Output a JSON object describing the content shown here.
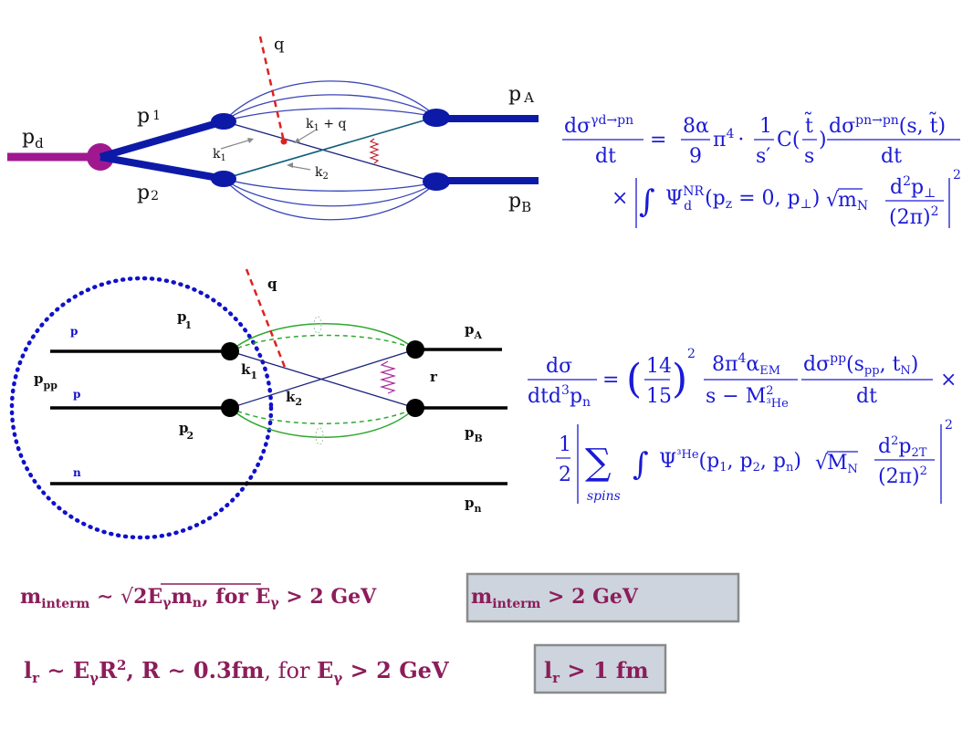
{
  "diagram1": {
    "labels": {
      "pd": "p",
      "pd_sub": "d",
      "p1": "p",
      "p1_sub": "1",
      "p2": "p",
      "p2_sub": "2",
      "pA": "p",
      "pA_sub": "A",
      "pB": "p",
      "pB_sub": "B",
      "q": "q",
      "k1": "k",
      "k1_sub": "1",
      "k2": "k",
      "k2_sub": "2",
      "k1q": "k",
      "k1q_sub": "1",
      "k1q_rest": " + q"
    },
    "colors": {
      "deuteron": "#a01890",
      "nucleon": "#0d1aa8",
      "lines": "#3a46b8",
      "photon": "#e02020"
    }
  },
  "equation1": {
    "lhs_num": "dσ",
    "lhs_sup": "γd→pn",
    "lhs_den": "dt",
    "eq": "=",
    "f1_num": "8α",
    "f1_den": "9",
    "pi": "π",
    "pi_sup": "4",
    "dot": "·",
    "f2_num": "1",
    "f2_den": "s′",
    "C": "C(",
    "f3_num": "t̃",
    "f3_den": "s",
    "C_close": ")",
    "f4_num": "dσ",
    "f4_sup": "pn→pn",
    "f4_args": "(s, t̃)",
    "f4_den": "dt",
    "times": "×",
    "integral": "∫",
    "psi": "Ψ",
    "psi_sub": "d",
    "psi_sup": "NR",
    "psi_args": "(p",
    "pz": "z",
    "psi_args2": " = 0, p",
    "perp": "⊥",
    "psi_close": ")",
    "sqrt": "√",
    "mN": "m",
    "mN_sub": "N",
    "f5_num": "d",
    "f5_num_sup": "2",
    "f5_num_p": "p",
    "f5_num_sub": "⊥",
    "f5_den": "(2π)",
    "f5_den_sup": "2",
    "abs_sup": "2"
  },
  "diagram2": {
    "labels": {
      "q": "q",
      "p_top": "p",
      "p1": "p",
      "p1_sub": "1",
      "pA": "p",
      "pA_sub": "A",
      "ppp": "p",
      "ppp_sub": "pp",
      "p_mid": "p",
      "k1": "k",
      "k1_sub": "1",
      "k2": "k",
      "k2_sub": "2",
      "r": "r",
      "p2": "p",
      "p2_sub": "2",
      "pB": "p",
      "pB_sub": "B",
      "n": "n",
      "pn": "p",
      "pn_sub": "n"
    },
    "colors": {
      "nucleus": "#1010cc",
      "nucleon": "#000000",
      "exchange": "#2ea82e",
      "photon": "#e02020",
      "spring": "#b02a9a"
    }
  },
  "equation2": {
    "lhs_num": "dσ",
    "lhs_den": "dtd",
    "lhs_den_sup": "3",
    "lhs_den_p": "p",
    "lhs_den_sub": "n",
    "eq": "=",
    "frac_num": "14",
    "frac_den": "15",
    "frac_sup": "2",
    "f2_num": "8π",
    "f2_num_sup": "4",
    "f2_num_a": "α",
    "f2_num_sub": "EM",
    "f2_den": "s − M",
    "f2_den_sup": "2",
    "f2_den_sub": "³He",
    "f3_num": "dσ",
    "f3_sup": "pp",
    "f3_args": "(s",
    "f3_args_sub": "pp",
    "f3_args2": ", t",
    "f3_args_sub2": "N",
    "f3_close": ")",
    "f3_den": "dt",
    "times": "×",
    "half_num": "1",
    "half_den": "2",
    "sum": "∑",
    "sum_sub": "spins",
    "integral": "∫",
    "psi": "Ψ",
    "psi_sup": "³He",
    "psi_args": "(p",
    "a1": "1",
    "c1": ", p",
    "a2": "2",
    "c2": ", p",
    "an": "n",
    "psi_close": ")",
    "sqrt": "√",
    "MN": "M",
    "MN_sub": "N",
    "f4_num": "d",
    "f4_num_sup": "2",
    "f4_num_p": "p",
    "f4_num_sub": "2T",
    "f4_den": "(2π)",
    "f4_den_sup": "2",
    "abs_sup": "2"
  },
  "bottom": {
    "line1": {
      "m": "m",
      "m_sub": "interm",
      "sim": " ∼ ",
      "sqrt": "√",
      "rad": "2E",
      "rad_sub": "γ",
      "rad2": "m",
      "rad2_sub": "n",
      "rest": ", for E",
      "rest_sub": "γ",
      "rest2": " > 2 GeV",
      "box_m": "m",
      "box_sub": "interm",
      "box_rest": " > 2 GeV"
    },
    "line2": {
      "l": "l",
      "l_sub": "r",
      "sim": " ∼ E",
      "E_sub": "γ",
      "R": "R",
      "R_sup": "2",
      "mid": ", R ∼ 0.3fm",
      "for": ", for ",
      "E": "E",
      "E2_sub": "γ",
      "rest": " > 2 GeV",
      "box_l": "l",
      "box_sub": "r",
      "box_rest": " > 1 fm"
    },
    "colors": {
      "text": "#8c1d5a",
      "box_fill": "#cdd4de",
      "box_border": "#8a8a8a"
    }
  }
}
